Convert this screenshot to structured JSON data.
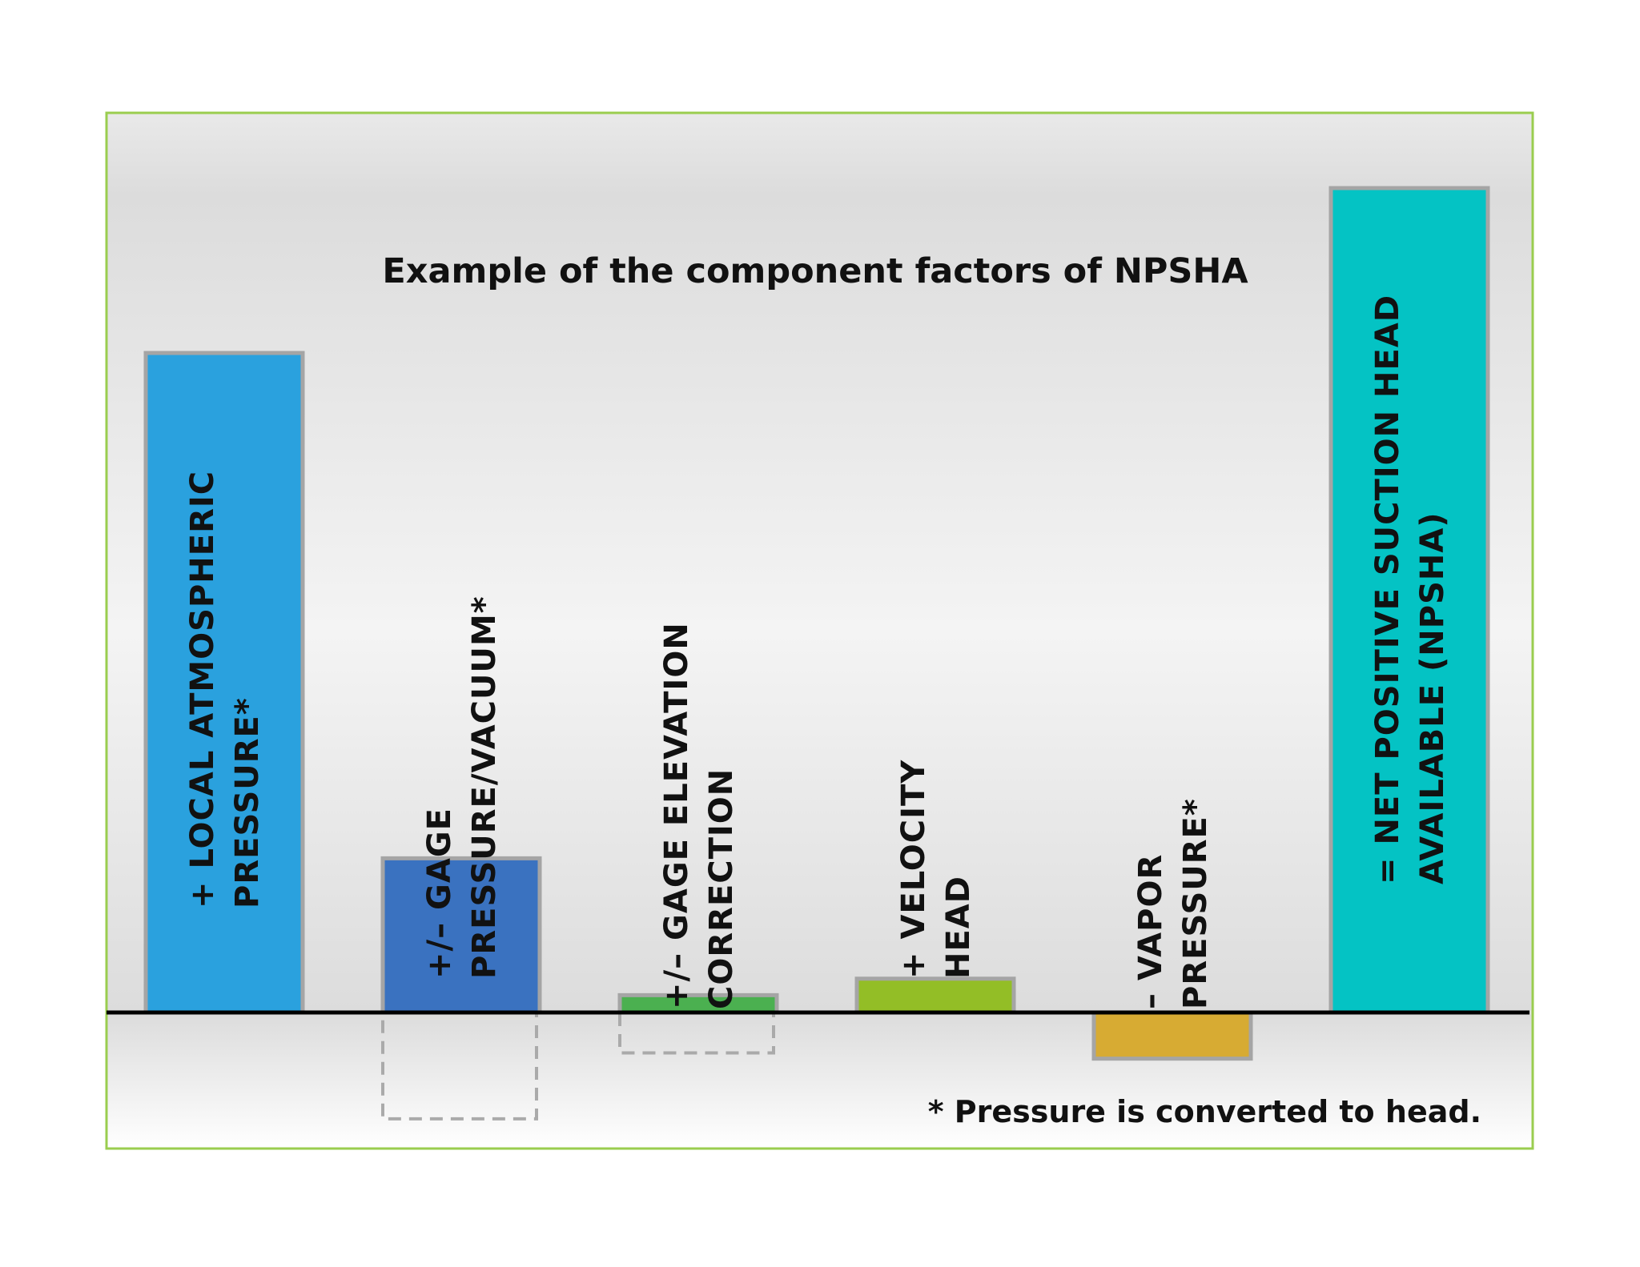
{
  "chart_data": {
    "type": "bar",
    "title": "Example of the component factors of NPSHA",
    "footnote": "* Pressure is converted to head.",
    "xlabel": "",
    "ylabel": "",
    "grid": false,
    "legend": "none",
    "ylim": [
      -12,
      100
    ],
    "bars": [
      {
        "name": "atmospheric-pressure",
        "label_lines": [
          "+ LOCAL ATMOSPHERIC",
          "PRESSURE*"
        ],
        "value": 80,
        "color": "#2AA1DE",
        "alt_value": null,
        "label_light": false
      },
      {
        "name": "gage-pressure",
        "label_lines": [
          "+/– GAGE",
          "PRESSURE/VACUUM*"
        ],
        "value": 18.7,
        "color": "#3A72C0",
        "alt_value": -12.9,
        "label_light": false
      },
      {
        "name": "gage-elevation-correction",
        "label_lines": [
          "+/– GAGE ELEVATION",
          "CORRECTION"
        ],
        "value": 2.1,
        "color": "#4BB050",
        "alt_value": -4.9,
        "label_light": false
      },
      {
        "name": "velocity-head",
        "label_lines": [
          "+ VELOCITY",
          "HEAD"
        ],
        "value": 4.1,
        "color": "#93BE26",
        "alt_value": null,
        "label_light": false
      },
      {
        "name": "vapor-pressure",
        "label_lines": [
          "– VAPOR",
          "PRESSURE*"
        ],
        "value": -5.6,
        "color": "#D7AB33",
        "alt_value": null,
        "label_light": false
      },
      {
        "name": "npsha",
        "label_lines": [
          "= NET POSITIVE SUCTION HEAD",
          "AVAILABLE (NPSHA)"
        ],
        "value": 100,
        "color": "#04C3C4",
        "alt_value": null,
        "label_light": false
      }
    ],
    "colors": {
      "frame_border": "#9ACD4F",
      "bar_outline": "#A5A5A5",
      "baseline": "#000000",
      "dashed_outline": "#AAAAAA"
    }
  }
}
